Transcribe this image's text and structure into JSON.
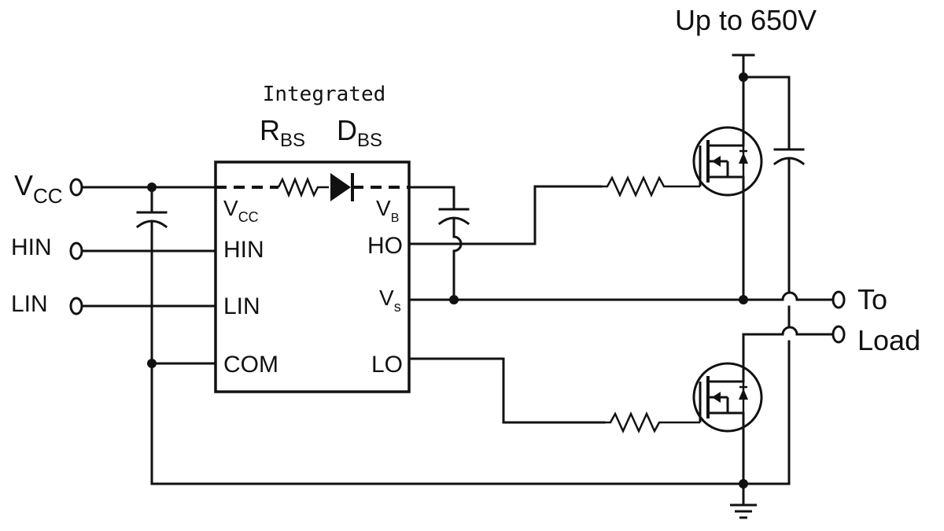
{
  "title": "Up to 650V",
  "integrated_label": "Integrated",
  "components": {
    "rbs": {
      "main": "R",
      "sub": "BS"
    },
    "dbs": {
      "main": "D",
      "sub": "BS"
    }
  },
  "inputs": {
    "vcc": {
      "main": "V",
      "sub": "CC"
    },
    "hin": "HIN",
    "lin": "LIN"
  },
  "ic_pins": {
    "vcc": {
      "main": "V",
      "sub": "CC"
    },
    "hin": "HIN",
    "lin": "LIN",
    "com": "COM",
    "vb": {
      "main": "V",
      "sub": "B"
    },
    "ho": "HO",
    "vs": {
      "main": "V",
      "sub": "s"
    },
    "lo": "LO"
  },
  "outputs": {
    "to": "To",
    "load": "Load"
  },
  "colors": {
    "line": "#111111",
    "background": "#ffffff"
  }
}
